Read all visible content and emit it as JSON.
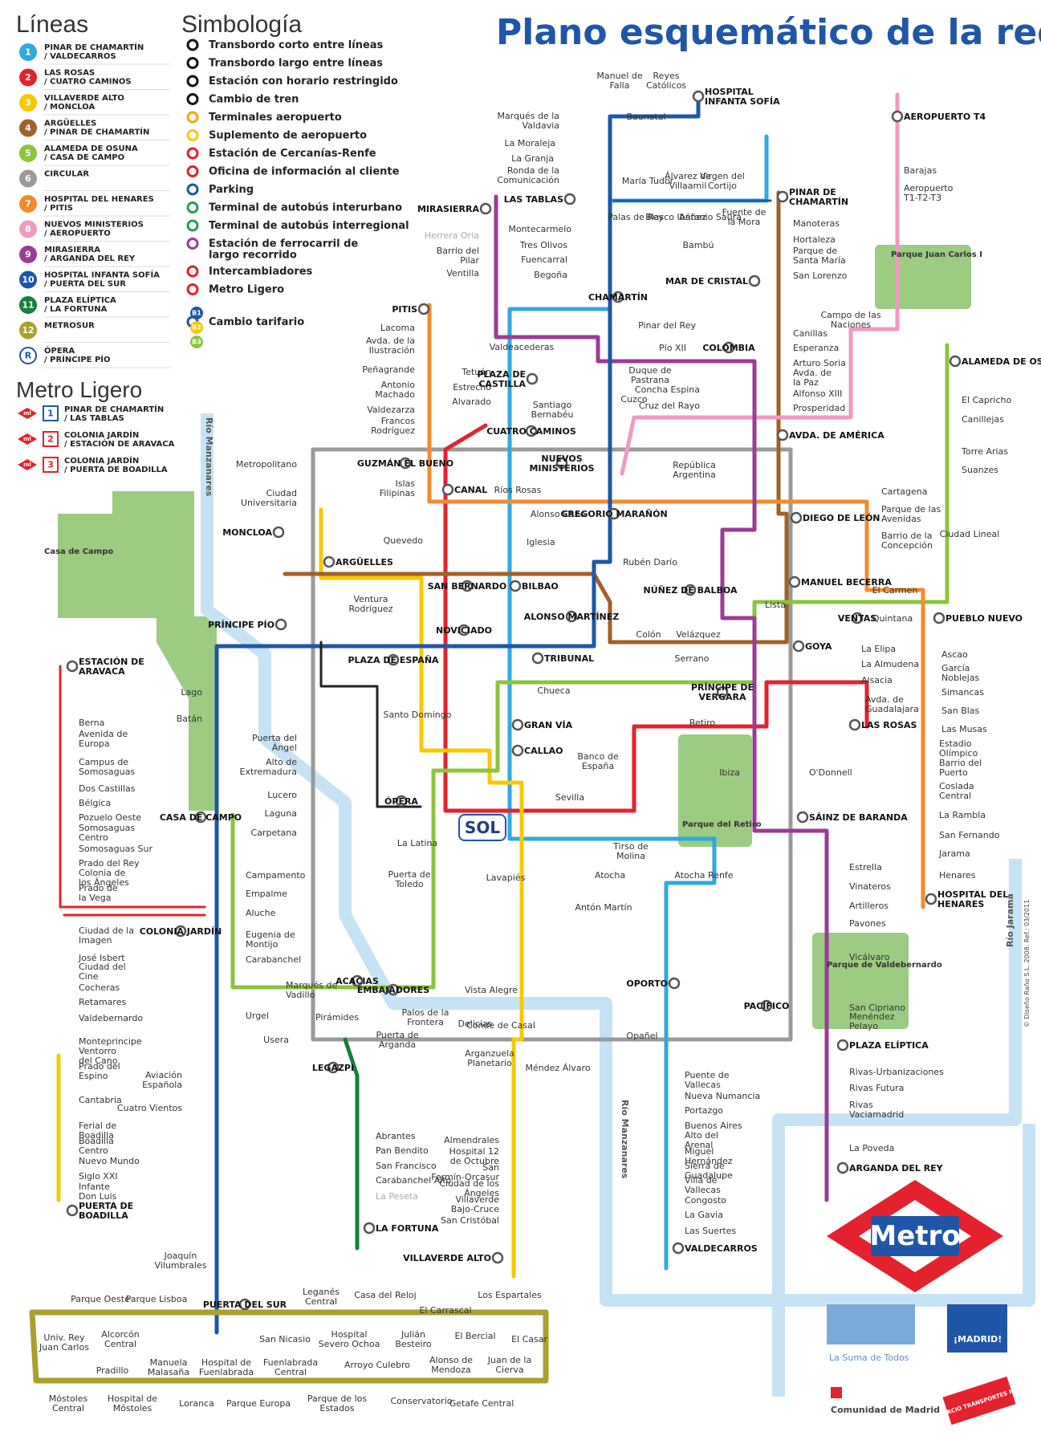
{
  "title": "Plano esquemático de la red",
  "legend": {
    "lineas_title": "Líneas",
    "lines": [
      {
        "id": "1",
        "name": "PINAR DE CHAMARTÍN / VALDECARROS",
        "color": "#30a8e0"
      },
      {
        "id": "2",
        "name": "LAS ROSAS / CUATRO CAMINOS",
        "color": "#e4222e"
      },
      {
        "id": "3",
        "name": "VILLAVERDE ALTO / MONCLOA",
        "color": "#f7c900"
      },
      {
        "id": "4",
        "name": "ARGÜELLES / PINAR DE CHAMARTÍN",
        "color": "#a0612a"
      },
      {
        "id": "5",
        "name": "ALAMEDA DE OSUNA / CASA DE CAMPO",
        "color": "#8cc43c"
      },
      {
        "id": "6",
        "name": "CIRCULAR",
        "color": "#9a9a9a"
      },
      {
        "id": "7",
        "name": "HOSPITAL DEL HENARES / PITIS",
        "color": "#f08c2d"
      },
      {
        "id": "8",
        "name": "NUEVOS MINISTERIOS / AEROPUERTO",
        "color": "#f09ac0"
      },
      {
        "id": "9",
        "name": "MIRASIERRA / ARGANDA DEL REY",
        "color": "#9a3c95"
      },
      {
        "id": "10",
        "name": "HOSPITAL INFANTA SOFÍA / PUERTA DEL SUR",
        "color": "#1f56a8"
      },
      {
        "id": "11",
        "name": "PLAZA ELÍPTICA / LA FORTUNA",
        "color": "#16803c"
      },
      {
        "id": "12",
        "name": "METROSUR",
        "color": "#a9a030"
      },
      {
        "id": "R",
        "name": "ÓPERA / PRÍNCIPE PÍO",
        "color": "#1f56a8"
      }
    ],
    "simbologia_title": "Simbología",
    "symbols": [
      "Transbordo corto entre líneas",
      "Transbordo largo entre líneas",
      "Estación con horario restringido",
      "Cambio de tren",
      "Terminales aeropuerto",
      "Suplemento de aeropuerto",
      "Estación de Cercanías-Renfe",
      "Oficina de información al cliente",
      "Parking",
      "Terminal de autobús interurbano",
      "Terminal de autobús interregional",
      "Estación de ferrocarril de largo recorrido",
      "Intercambiadores",
      "Metro Ligero",
      "Cambio tarifario"
    ],
    "tarifa_zones": [
      "B1",
      "B2",
      "B3"
    ],
    "ml_title": "Metro Ligero",
    "ml_lines": [
      {
        "id": "1",
        "name": "PINAR DE CHAMARTÍN / LAS TABLAS",
        "color": "#1f56a8"
      },
      {
        "id": "2",
        "name": "COLONIA JARDÍN / ESTACIÓN DE ARAVACA",
        "color": "#e4222e"
      },
      {
        "id": "3",
        "name": "COLONIA JARDÍN / PUERTA DE BOADILLA",
        "color": "#e4222e"
      }
    ],
    "ml_badge": "ml"
  },
  "parks": {
    "casa_de_campo": "Casa de Campo",
    "juan_carlos": "Parque Juan Carlos I",
    "retiro": "Parque del Retiro",
    "valdebernardo": "Parque de Valdebernardo"
  },
  "rivers": {
    "manzanares": "Río Manzanares",
    "jarama": "Río Jarama"
  },
  "sol_label": "SOL",
  "metro_logo": "Metro",
  "credits": {
    "copyright": "© Diseño Raño S.L. 2008. Ref.: 03/2011",
    "em_tagline": "La Suma de Todos",
    "madrid": "¡MADRID!",
    "comunidad": "Comunidad de Madrid",
    "consorcio": "CONSORCIO TRANSPORTES MADRID"
  },
  "stations": [
    {
      "t": "HOSPITAL INFANTA SOFÍA",
      "b": 1
    },
    {
      "t": "Reyes Católicos"
    },
    {
      "t": "Manuel de Falla"
    },
    {
      "t": "Baunatal"
    },
    {
      "t": "Marqués de la Valdavia"
    },
    {
      "t": "La Moraleja"
    },
    {
      "t": "La Granja"
    },
    {
      "t": "Ronda de la Comunicación"
    },
    {
      "t": "LAS TABLAS",
      "b": 1
    },
    {
      "t": "María Tudor"
    },
    {
      "t": "Álvarez de Villaamil"
    },
    {
      "t": "Virgen del Cortijo"
    },
    {
      "t": "Palas de Rey"
    },
    {
      "t": "Blasco Ibáñez"
    },
    {
      "t": "Antonio Saura"
    },
    {
      "t": "Fuente de la Mora"
    },
    {
      "t": "PINAR DE CHAMARTÍN",
      "b": 1
    },
    {
      "t": "AEROPUERTO T4",
      "b": 1
    },
    {
      "t": "Barajas"
    },
    {
      "t": "Aeropuerto T1-T2-T3"
    },
    {
      "t": "Montecarmelo"
    },
    {
      "t": "Tres Olivos"
    },
    {
      "t": "Fuencarral"
    },
    {
      "t": "Begoña"
    },
    {
      "t": "Bambú"
    },
    {
      "t": "Manoteras"
    },
    {
      "t": "Hortaleza"
    },
    {
      "t": "Parque de Santa María"
    },
    {
      "t": "San Lorenzo"
    },
    {
      "t": "MIRASIERRA",
      "b": 1
    },
    {
      "t": "Herrera Oria",
      "dim": 1
    },
    {
      "t": "Barrio del Pilar"
    },
    {
      "t": "Ventilla"
    },
    {
      "t": "CHAMARTÍN",
      "b": 1
    },
    {
      "t": "MAR DE CRISTAL",
      "b": 1
    },
    {
      "t": "Campo de las Naciones"
    },
    {
      "t": "PITIS",
      "b": 1
    },
    {
      "t": "Lacoma"
    },
    {
      "t": "Avda. de la Ilustración"
    },
    {
      "t": "Peñagrande"
    },
    {
      "t": "Antonio Machado"
    },
    {
      "t": "Valdezarza"
    },
    {
      "t": "Francos Rodríguez"
    },
    {
      "t": "Valdeacederas"
    },
    {
      "t": "Tetuán"
    },
    {
      "t": "Estrecho"
    },
    {
      "t": "Alvarado"
    },
    {
      "t": "PLAZA DE CASTILLA",
      "b": 1
    },
    {
      "t": "Pío XII"
    },
    {
      "t": "Duque de Pastrana"
    },
    {
      "t": "COLOMBIA",
      "b": 1
    },
    {
      "t": "Pinar del Rey"
    },
    {
      "t": "Canillas"
    },
    {
      "t": "Esperanza"
    },
    {
      "t": "Arturo Soria"
    },
    {
      "t": "Avda. de la Paz"
    },
    {
      "t": "Alfonso XIII"
    },
    {
      "t": "Prosperidad"
    },
    {
      "t": "Concha Espina"
    },
    {
      "t": "Cruz del Rayo"
    },
    {
      "t": "Cuzco"
    },
    {
      "t": "Santiago Bernabéu"
    },
    {
      "t": "ALAMEDA DE OSUNA",
      "b": 1
    },
    {
      "t": "El Capricho"
    },
    {
      "t": "Canillejas"
    },
    {
      "t": "Torre Arias"
    },
    {
      "t": "Suanzes"
    },
    {
      "t": "Metropolitano"
    },
    {
      "t": "GUZMÁN EL BUENO",
      "b": 1
    },
    {
      "t": "CUATRO CAMINOS",
      "b": 1
    },
    {
      "t": "NUEVOS MINISTERIOS",
      "b": 1
    },
    {
      "t": "AVDA. DE AMÉRICA",
      "b": 1
    },
    {
      "t": "República Argentina"
    },
    {
      "t": "Ciudad Universitaria"
    },
    {
      "t": "Islas Filipinas"
    },
    {
      "t": "CANAL",
      "b": 1
    },
    {
      "t": "Ríos Rosas"
    },
    {
      "t": "Alonso Cano"
    },
    {
      "t": "GREGORIO MARAÑÓN",
      "b": 1
    },
    {
      "t": "Cartagena"
    },
    {
      "t": "Parque de las Avenidas"
    },
    {
      "t": "Barrio de la Concepción"
    },
    {
      "t": "Ciudad Lineal"
    },
    {
      "t": "DIEGO DE LEÓN",
      "b": 1
    },
    {
      "t": "MONCLOA",
      "b": 1
    },
    {
      "t": "Quevedo"
    },
    {
      "t": "Iglesia"
    },
    {
      "t": "ARGÜELLES",
      "b": 1
    },
    {
      "t": "SAN BERNARDO",
      "b": 1
    },
    {
      "t": "BILBAO",
      "b": 1
    },
    {
      "t": "Rubén Darío"
    },
    {
      "t": "NÚÑEZ DE BALBOA",
      "b": 1
    },
    {
      "t": "ALONSO MARTÍNEZ",
      "b": 1
    },
    {
      "t": "MANUEL BECERRA",
      "b": 1
    },
    {
      "t": "El Carmen"
    },
    {
      "t": "VENTAS",
      "b": 1
    },
    {
      "t": "Quintana"
    },
    {
      "t": "PUEBLO NUEVO",
      "b": 1
    },
    {
      "t": "Lista"
    },
    {
      "t": "Ventura Rodríguez"
    },
    {
      "t": "PRÍNCIPE PÍO",
      "b": 1
    },
    {
      "t": "NOVICIADO",
      "b": 1
    },
    {
      "t": "PLAZA DE ESPAÑA",
      "b": 1
    },
    {
      "t": "TRIBUNAL",
      "b": 1
    },
    {
      "t": "Colón"
    },
    {
      "t": "Velázquez"
    },
    {
      "t": "Serrano"
    },
    {
      "t": "GOYA",
      "b": 1
    },
    {
      "t": "La Elipa"
    },
    {
      "t": "La Almudena"
    },
    {
      "t": "Alsacia"
    },
    {
      "t": "Avda. de Guadalajara"
    },
    {
      "t": "LAS ROSAS",
      "b": 1
    },
    {
      "t": "Ascao"
    },
    {
      "t": "García Noblejas"
    },
    {
      "t": "Simancas"
    },
    {
      "t": "San Blas"
    },
    {
      "t": "Las Musas"
    },
    {
      "t": "Estadio Olímpico"
    },
    {
      "t": "Barrio del Puerto"
    },
    {
      "t": "Coslada Central"
    },
    {
      "t": "La Rambla"
    },
    {
      "t": "San Fernando"
    },
    {
      "t": "Jarama"
    },
    {
      "t": "Henares"
    },
    {
      "t": "HOSPITAL DEL HENARES",
      "b": 1
    },
    {
      "t": "ESTACIÓN DE ARAVACA",
      "b": 1
    },
    {
      "t": "Lago"
    },
    {
      "t": "Batán"
    },
    {
      "t": "Chueca"
    },
    {
      "t": "PRÍNCIPE DE VERGARA",
      "b": 1
    },
    {
      "t": "Retiro"
    },
    {
      "t": "Santo Domingo"
    },
    {
      "t": "GRAN VÍA",
      "b": 1
    },
    {
      "t": "CALLAO",
      "b": 1
    },
    {
      "t": "Banco de España"
    },
    {
      "t": "Ibiza"
    },
    {
      "t": "O'Donnell"
    },
    {
      "t": "Puerta del Ángel"
    },
    {
      "t": "Alto de Extremadura"
    },
    {
      "t": "Lucero"
    },
    {
      "t": "Laguna"
    },
    {
      "t": "Carpetana"
    },
    {
      "t": "ÓPERA",
      "b": 1
    },
    {
      "t": "Sevilla"
    },
    {
      "t": "SÁINZ DE BARANDA",
      "b": 1
    },
    {
      "t": "Berna"
    },
    {
      "t": "Avenida de Europa"
    },
    {
      "t": "Campus de Somosaguas"
    },
    {
      "t": "Dos Castillas"
    },
    {
      "t": "Bélgica"
    },
    {
      "t": "Pozuelo Oeste"
    },
    {
      "t": "Somosaguas Centro"
    },
    {
      "t": "Somosaguas Sur"
    },
    {
      "t": "Prado del Rey"
    },
    {
      "t": "Colonia de los Ángeles"
    },
    {
      "t": "Prado de la Vega"
    },
    {
      "t": "CASA DE CAMPO",
      "b": 1
    },
    {
      "t": "La Latina"
    },
    {
      "t": "Tirso de Molina"
    },
    {
      "t": "Puerta de Toledo"
    },
    {
      "t": "Lavapiés"
    },
    {
      "t": "Atocha"
    },
    {
      "t": "Atocha Renfe"
    },
    {
      "t": "Antón Martín"
    },
    {
      "t": "Estrella"
    },
    {
      "t": "Vinateros"
    },
    {
      "t": "Artilleros"
    },
    {
      "t": "Pavones"
    },
    {
      "t": "Campamento"
    },
    {
      "t": "Empalme"
    },
    {
      "t": "Aluche"
    },
    {
      "t": "Eugenia de Montijo"
    },
    {
      "t": "Carabanchel"
    },
    {
      "t": "COLONIA JARDÍN",
      "b": 1
    },
    {
      "t": "Ciudad de la Imagen"
    },
    {
      "t": "José Isbert"
    },
    {
      "t": "Ciudad del Cine"
    },
    {
      "t": "Cocheras"
    },
    {
      "t": "Retamares"
    },
    {
      "t": "Valdebernardo"
    },
    {
      "t": "Vicálvaro"
    },
    {
      "t": "San Cipriano"
    },
    {
      "t": "Menéndez Pelayo"
    },
    {
      "t": "OPORTO",
      "b": 1
    },
    {
      "t": "Marqués de Vadillo"
    },
    {
      "t": "ACACIAS",
      "b": 1
    },
    {
      "t": "EMBAJADORES",
      "b": 1
    },
    {
      "t": "Vista Alegre"
    },
    {
      "t": "Urgel"
    },
    {
      "t": "Pirámides"
    },
    {
      "t": "Palos de la Frontera"
    },
    {
      "t": "Delicias"
    },
    {
      "t": "Conde de Casal"
    },
    {
      "t": "PACÍFICO",
      "b": 1
    },
    {
      "t": "Opañel"
    },
    {
      "t": "Usera"
    },
    {
      "t": "Puerta de Arganda"
    },
    {
      "t": "PLAZA ELÍPTICA",
      "b": 1
    },
    {
      "t": "LEGAZPI",
      "b": 1
    },
    {
      "t": "Arganzuela Planetario"
    },
    {
      "t": "Méndez Álvaro"
    },
    {
      "t": "Rivas-Urbanizaciones"
    },
    {
      "t": "Rivas Futura"
    },
    {
      "t": "Rivas Vaciamadrid"
    },
    {
      "t": "Monteprincipe"
    },
    {
      "t": "Ventorro del Cano"
    },
    {
      "t": "Prado del Espino"
    },
    {
      "t": "Aviación Española"
    },
    {
      "t": "Cantabria"
    },
    {
      "t": "Cuatro Vientos"
    },
    {
      "t": "Ferial de Boadilla"
    },
    {
      "t": "Boadilla Centro"
    },
    {
      "t": "Nuevo Mundo"
    },
    {
      "t": "Siglo XXI"
    },
    {
      "t": "Infante Don Luis"
    },
    {
      "t": "PUERTA DE BOADILLA",
      "b": 1
    },
    {
      "t": "Abrantes"
    },
    {
      "t": "Pan Bendito"
    },
    {
      "t": "San Francisco"
    },
    {
      "t": "Carabanchel Alto"
    },
    {
      "t": "La Peseta",
      "dim": 1
    },
    {
      "t": "LA FORTUNA",
      "b": 1
    },
    {
      "t": "Almendrales"
    },
    {
      "t": "Hospital 12 de Octubre"
    },
    {
      "t": "San Fermín-Orcasur"
    },
    {
      "t": "Ciudad de los Ángeles"
    },
    {
      "t": "Villaverde Bajo-Cruce"
    },
    {
      "t": "San Cristóbal"
    },
    {
      "t": "VILLAVERDE ALTO",
      "b": 1
    },
    {
      "t": "Puente de Vallecas"
    },
    {
      "t": "Nueva Numancia"
    },
    {
      "t": "Portazgo"
    },
    {
      "t": "Buenos Aires"
    },
    {
      "t": "Alto del Arenal"
    },
    {
      "t": "Miguel Hernández"
    },
    {
      "t": "Sierra de Guadalupe"
    },
    {
      "t": "Villa de Vallecas"
    },
    {
      "t": "Congosto"
    },
    {
      "t": "La Gavia"
    },
    {
      "t": "Las Suertes"
    },
    {
      "t": "VALDECARROS",
      "b": 1
    },
    {
      "t": "La Poveda"
    },
    {
      "t": "ARGANDA DEL REY",
      "b": 1
    },
    {
      "t": "Joaquín Vilumbrales"
    },
    {
      "t": "PUERTA DEL SUR",
      "b": 1
    },
    {
      "t": "Parque Oeste"
    },
    {
      "t": "Parque Lisboa"
    },
    {
      "t": "Leganés Central"
    },
    {
      "t": "Casa del Reloj"
    },
    {
      "t": "El Carrascal"
    },
    {
      "t": "Los Espartales"
    },
    {
      "t": "Univ. Rey Juan Carlos"
    },
    {
      "t": "Alcorcón Central"
    },
    {
      "t": "San Nicasio"
    },
    {
      "t": "Hospital Severo Ochoa"
    },
    {
      "t": "Julián Besteiro"
    },
    {
      "t": "El Bercial"
    },
    {
      "t": "El Casar"
    },
    {
      "t": "Pradillo"
    },
    {
      "t": "Manuela Malasaña"
    },
    {
      "t": "Hospital de Fuenlabrada"
    },
    {
      "t": "Fuenlabrada Central"
    },
    {
      "t": "Arroyo Culebro"
    },
    {
      "t": "Alonso de Mendoza"
    },
    {
      "t": "Juan de la Cierva"
    },
    {
      "t": "Móstoles Central"
    },
    {
      "t": "Hospital de Móstoles"
    },
    {
      "t": "Loranca"
    },
    {
      "t": "Parque Europa"
    },
    {
      "t": "Parque de los Estados"
    },
    {
      "t": "Conservatorio"
    },
    {
      "t": "Getafe Central"
    }
  ]
}
